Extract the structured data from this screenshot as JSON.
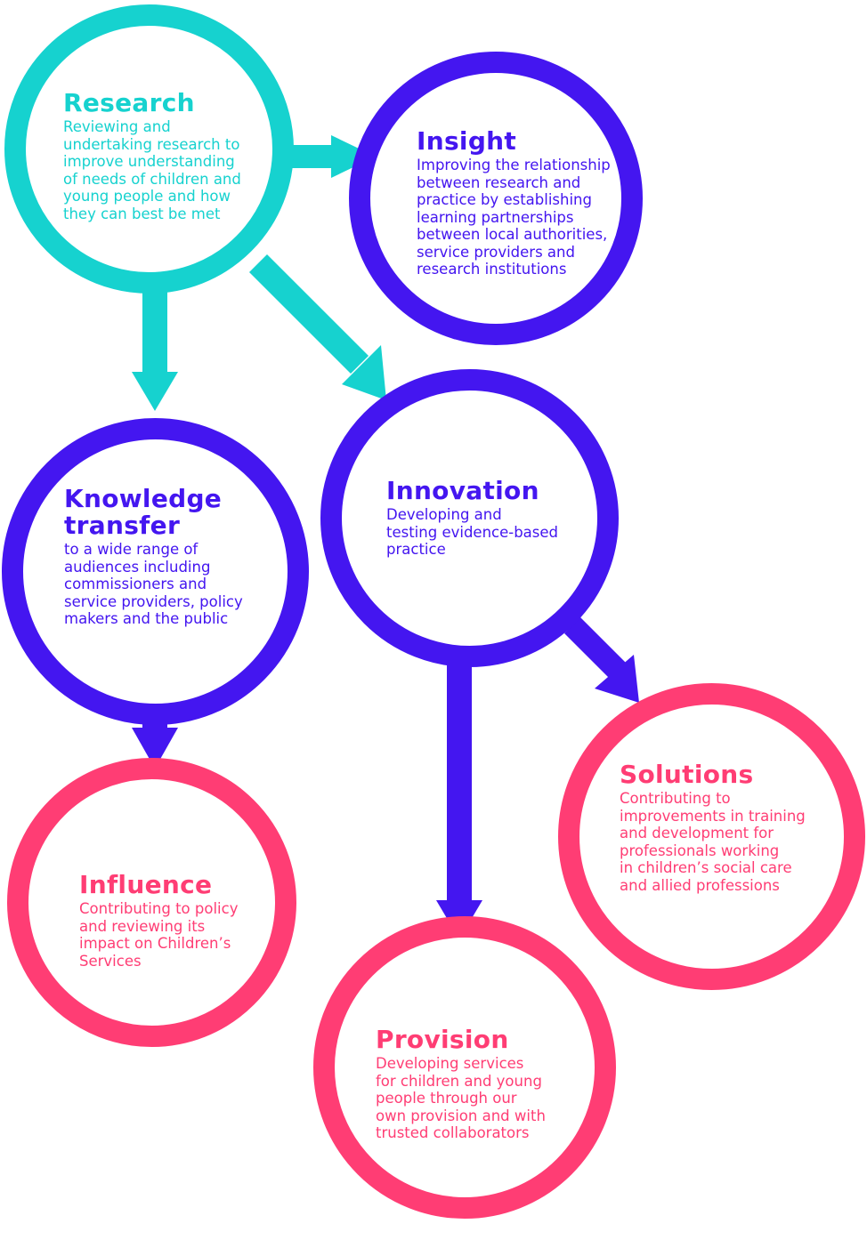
{
  "colors": {
    "research_stage": "#16d2cf",
    "middle_stage": "#4416f0",
    "outcome_stage": "#ff3d74"
  },
  "nodes": {
    "research": {
      "title": "Research",
      "description": "Reviewing and\nundertaking research to\nimprove understanding\nof needs of children and\nyoung people and how\nthey can best be met"
    },
    "insight": {
      "title": "Insight",
      "description": "Improving the relationship\nbetween research and\npractice by establishing\nlearning partnerships\nbetween local authorities,\nservice providers and\nresearch institutions"
    },
    "knowledge_transfer": {
      "title": "Knowledge transfer",
      "description": "to a wide range of\naudiences including\ncommissioners and\nservice providers, policy\nmakers and the public"
    },
    "innovation": {
      "title": "Innovation",
      "description": "Developing and\ntesting evidence-based\npractice"
    },
    "solutions": {
      "title": "Solutions",
      "description": "Contributing to\nimprovements in training\nand development for\nprofessionals working\nin children’s social care\nand allied professions"
    },
    "influence": {
      "title": "Influence",
      "description": "Contributing to policy\nand reviewing its\nimpact on Children’s\nServices"
    },
    "provision": {
      "title": "Provision",
      "description": "Developing services\nfor children and young\npeople through our\nown provision and with\ntrusted collaborators"
    }
  },
  "edges": [
    {
      "from": "Research",
      "to": "Insight"
    },
    {
      "from": "Research",
      "to": "Knowledge transfer"
    },
    {
      "from": "Research",
      "to": "Innovation"
    },
    {
      "from": "Knowledge transfer",
      "to": "Influence"
    },
    {
      "from": "Innovation",
      "to": "Provision"
    },
    {
      "from": "Innovation",
      "to": "Solutions"
    }
  ]
}
